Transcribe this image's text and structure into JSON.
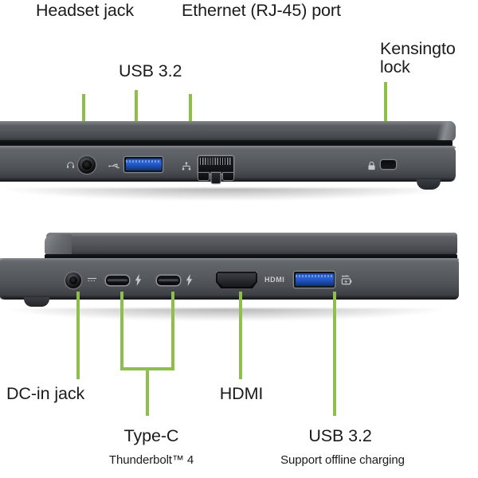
{
  "diagram": {
    "title": "Acer laptop port layout diagram",
    "accent_color": "#8cc04b",
    "text_color": "#1b1b1b",
    "chassis_color": "#55585d"
  },
  "top_view": {
    "name": "rear-edge-ports",
    "labels": [
      {
        "id": "headset-jack",
        "text": "Headset jack"
      },
      {
        "id": "ethernet-port",
        "text": "Ethernet (RJ-45) port"
      },
      {
        "id": "usb32-top",
        "text": "USB 3.2"
      },
      {
        "id": "kensington-l1",
        "text": "Kensingto"
      },
      {
        "id": "kensington-l2",
        "text": "lock"
      }
    ],
    "ports": [
      {
        "id": "headset-jack-port",
        "icon": "headphone-icon"
      },
      {
        "id": "usb32-port",
        "icon": "usb-icon"
      },
      {
        "id": "rj45-port",
        "icon": "lan-icon"
      },
      {
        "id": "kensington-slot",
        "icon": "lock-icon"
      }
    ]
  },
  "bottom_view": {
    "name": "left-edge-ports",
    "labels": [
      {
        "id": "dc-in-jack",
        "text": "DC-in jack"
      },
      {
        "id": "type-c",
        "text": "Type-C"
      },
      {
        "id": "type-c-sub",
        "text": "Thunderbolt™ 4"
      },
      {
        "id": "hdmi",
        "text": "HDMI"
      },
      {
        "id": "usb32-bottom",
        "text": "USB 3.2"
      },
      {
        "id": "usb32-bottom-sub",
        "text": "Support offline charging"
      }
    ],
    "ports": [
      {
        "id": "dc-in-port",
        "icon": "dc-in-icon"
      },
      {
        "id": "type-c-port-1",
        "icon": "thunderbolt-icon"
      },
      {
        "id": "type-c-port-2",
        "icon": "thunderbolt-icon"
      },
      {
        "id": "hdmi-port",
        "icon": "hdmi-wordmark"
      },
      {
        "id": "usb32-port-bottom",
        "icon": "usb-battery-icon"
      }
    ],
    "hdmi_wordmark": "HDMI"
  }
}
